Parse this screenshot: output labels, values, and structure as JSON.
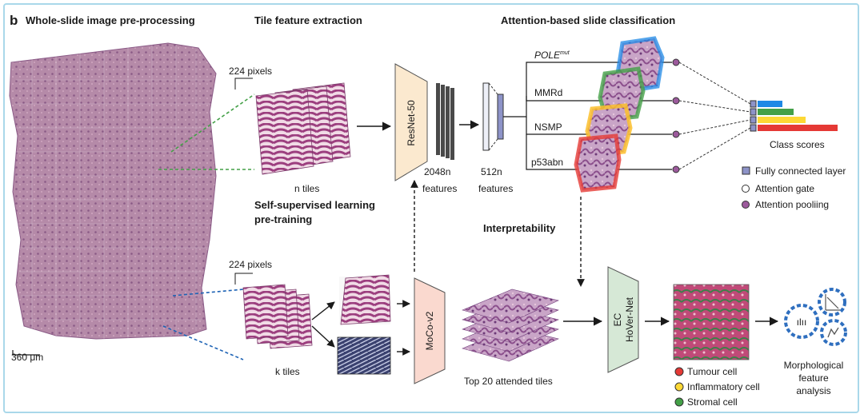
{
  "panel_letter": "b",
  "sections": {
    "preprocessing": "Whole-slide image pre-processing",
    "tile_extraction": "Tile feature extraction",
    "attention": "Attention-based slide classification",
    "ssl_line1": "Self-supervised learning",
    "ssl_line2": "pre-training",
    "interpretability": "Interpretability"
  },
  "scale_bar": "360 μm",
  "tile_size_top": "224 pixels",
  "tile_size_bottom": "224 pixels",
  "n_tiles": "n tiles",
  "k_tiles": "k tiles",
  "resnet": "ResNet-50",
  "features_2048_a": "2048n",
  "features_2048_b": "features",
  "features_512_a": "512n",
  "features_512_b": "features",
  "classes": {
    "pole": "POLE",
    "pole_sup": "mut",
    "mmrd": "MMRd",
    "nsmp": "NSMP",
    "p53": "p53abn"
  },
  "class_scores_label": "Class scores",
  "class_scores": [
    {
      "class": "POLEmut",
      "value": 0.31,
      "color": "#1e88e5"
    },
    {
      "class": "MMRd",
      "value": 0.45,
      "color": "#43a047"
    },
    {
      "class": "NSMP",
      "value": 0.6,
      "color": "#fdd835"
    },
    {
      "class": "p53abn",
      "value": 1.0,
      "color": "#e53935"
    }
  ],
  "legend": {
    "fc": "Fully connected layer",
    "gate": "Attention gate",
    "pool": "Attention pooliing"
  },
  "moco": "MoCo-v2",
  "top_tiles": "Top 20 attended tiles",
  "hovernet_line1": "EC",
  "hovernet_line2": "HoVer-Net",
  "cells": {
    "tumour": "Tumour cell",
    "inflammatory": "Inflammatory cell",
    "stromal": "Stromal cell"
  },
  "cell_colors": {
    "tumour": "#e53935",
    "inflammatory": "#fdd835",
    "stromal": "#43a047"
  },
  "morph_line1": "Morphological",
  "morph_line2": "feature",
  "morph_line3": "analysis"
}
